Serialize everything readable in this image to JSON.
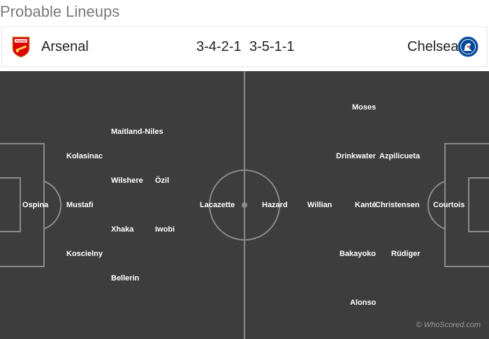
{
  "page_title": "Probable Lineups",
  "match": {
    "home": {
      "name": "Arsenal",
      "crest_icon": "arsenal-crest-icon",
      "crest_text": "Arsenal",
      "formation": "3-4-2-1",
      "color": "#db0007"
    },
    "away": {
      "name": "Chelsea",
      "crest_icon": "chelsea-crest-icon",
      "formation": "3-5-1-1",
      "color": "#034694"
    }
  },
  "pitch": {
    "background": "#3d3d3d",
    "line_color": "#8a8a8a"
  },
  "home_players": {
    "gk": "Ospina",
    "def_left": "Kolasinac",
    "def_center": "Mustafi",
    "def_right": "Koscielny",
    "wing_left": "Maitland-Niles",
    "cm_top": "Wilshere",
    "cm_bottom": "Xhaka",
    "wing_right": "Bellerin",
    "am_top": "Özil",
    "am_bottom": "Iwobi",
    "st": "Lacazette"
  },
  "away_players": {
    "gk": "Courtois",
    "def_top": "Azpilicueta",
    "def_center": "Christensen",
    "def_bottom": "Rüdiger",
    "wing_top": "Moses",
    "cm_top": "Drinkwater",
    "cm_center": "Kanté",
    "cm_bottom": "Bakayoko",
    "wing_bottom": "Alonso",
    "am": "Willian",
    "st": "Hazard"
  },
  "watermark": "© WhoScored.com"
}
